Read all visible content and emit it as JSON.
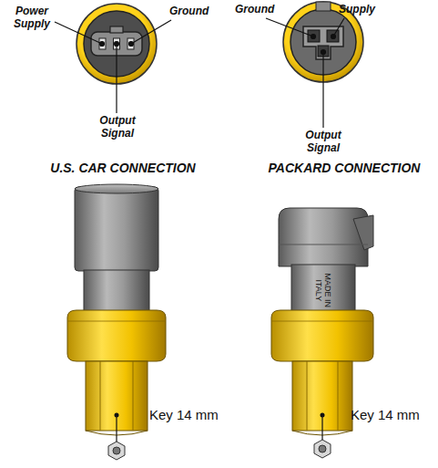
{
  "diagram": {
    "labels": [
      "Power Supply",
      "Ground",
      "Output Signal",
      "Ground",
      "Supply",
      "Output Signal",
      "U.S. CAR CONNECTION",
      "PACKARD CONNECTION",
      "MADE IN ITALY",
      "Key 14 mm",
      "Key 14 mm"
    ]
  }
}
